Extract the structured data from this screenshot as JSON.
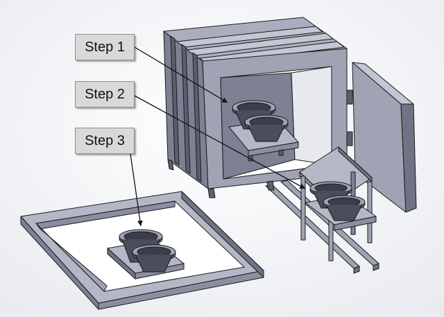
{
  "callouts": {
    "step1": "Step 1",
    "step2": "Step 2",
    "step3": "Step 3"
  },
  "colors": {
    "background": "#ffffff",
    "model_fill": "#9fa3b3",
    "model_dark": "#6f7385",
    "model_light": "#c3c6d3",
    "edge": "#1a1a1a",
    "callout_fill": "#d9d9d9"
  },
  "components": [
    "oven-chamber",
    "oven-door",
    "rail-cart",
    "rail-track",
    "cooling-frame",
    "speaker-basket-tray"
  ]
}
